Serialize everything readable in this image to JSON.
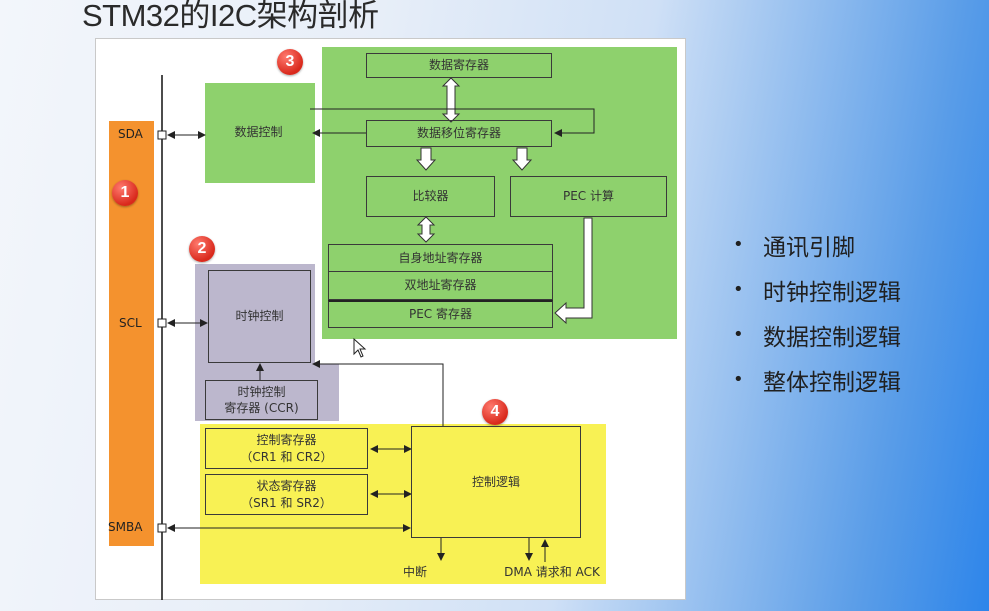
{
  "title": "STM32的I2C架构剖析",
  "pins": {
    "sda": "SDA",
    "scl": "SCL",
    "smba": "SMBA"
  },
  "badges": [
    "1",
    "2",
    "3",
    "4"
  ],
  "data_section": {
    "data_register": "数据寄存器",
    "data_control": "数据控制",
    "shift_register": "数据移位寄存器",
    "comparator": "比较器",
    "pec_calc": "PEC 计算",
    "own_address": "自身地址寄存器",
    "dual_address": "双地址寄存器",
    "pec_register": "PEC 寄存器"
  },
  "clock_section": {
    "clock_control": "时钟控制",
    "ccr_line1": "时钟控制",
    "ccr_line2": "寄存器 (CCR)"
  },
  "control_section": {
    "cr_line1": "控制寄存器",
    "cr_line2": "（CR1 和 CR2）",
    "sr_line1": "状态寄存器",
    "sr_line2": "（SR1 和 SR2）",
    "control_logic": "控制逻辑",
    "interrupt": "中断",
    "dma_ack": "DMA 请求和 ACK"
  },
  "bullets": [
    "通讯引脚",
    "时钟控制逻辑",
    "数据控制逻辑",
    "整体控制逻辑"
  ],
  "colors": {
    "pins_region": "#f4922e",
    "data_region": "#8ed16d",
    "clock_region": "#bcb7cd",
    "control_region": "#f8f154"
  }
}
